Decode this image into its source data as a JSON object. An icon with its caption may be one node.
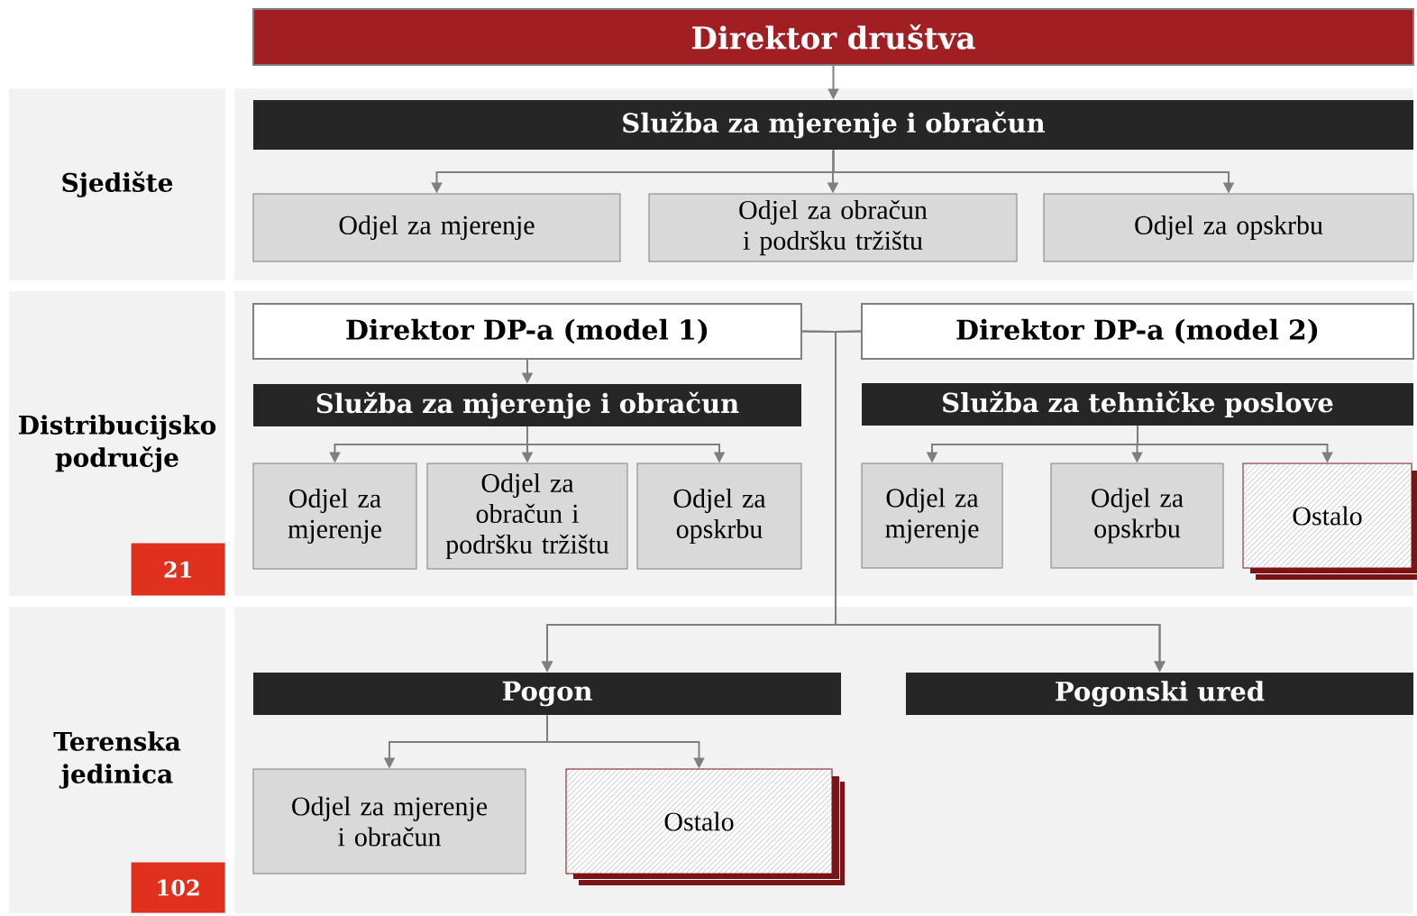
{
  "diagram": {
    "nodes": [
      {
        "text": [
          "Direktor društva"
        ]
      },
      {
        "text": [
          "Sjedište"
        ]
      },
      {
        "text": [
          "Služba za mjerenje i obračun"
        ]
      },
      {
        "text": [
          "Odjel za mjerenje"
        ]
      },
      {
        "text": [
          "Odjel za obračun i podršku tržištu"
        ]
      },
      {
        "text": [
          "Odjel za opskrbu"
        ]
      },
      {
        "text": [
          "Distribucijsko područje"
        ]
      },
      {
        "text": [
          "21"
        ],
        "in": 6
      },
      {
        "text": [
          "Direktor DP-a (model 1)"
        ]
      },
      {
        "text": [
          "Direktor DP-a (model 2)"
        ]
      },
      {
        "text": [
          "Služba za mjerenje i obračun"
        ]
      },
      {
        "text": [
          "Odjel za mjerenje"
        ]
      },
      {
        "text": [
          "Odjel za obračun i podršku tržištu"
        ]
      },
      {
        "text": [
          "Odjel za opskrbu"
        ]
      },
      {
        "text": [
          "Služba za tehničke poslove"
        ]
      },
      {
        "text": [
          "Odjel za mjerenje"
        ]
      },
      {
        "text": [
          "Odjel za opskrbu"
        ]
      },
      {
        "text": [
          "Ostalo"
        ]
      },
      {
        "text": [
          "Terenska jedinica"
        ]
      },
      {
        "text": [
          "102"
        ],
        "in": 18
      },
      {
        "text": [
          "Pogon"
        ]
      },
      {
        "text": [
          "Pogonski ured"
        ]
      },
      {
        "text": [
          "Odjel za mjerenje i obračun"
        ]
      },
      {
        "text": [
          "Ostalo"
        ]
      }
    ],
    "edges": [
      {
        "from": 0,
        "to": 2,
        "arrow": "to"
      },
      {
        "from": 2,
        "to": 3,
        "arrow": "to"
      },
      {
        "from": 2,
        "to": 4,
        "arrow": "to"
      },
      {
        "from": 2,
        "to": 5,
        "arrow": "to"
      },
      {
        "from": 8,
        "to": 10,
        "arrow": "to"
      },
      {
        "from": 10,
        "to": 11,
        "arrow": "to"
      },
      {
        "from": 10,
        "to": 12,
        "arrow": "to"
      },
      {
        "from": 10,
        "to": 13,
        "arrow": "to"
      },
      {
        "from": 14,
        "to": 15,
        "arrow": "to"
      },
      {
        "from": 14,
        "to": 16,
        "arrow": "to"
      },
      {
        "from": 14,
        "to": 17,
        "arrow": "to"
      },
      {
        "from": 8,
        "to": 20,
        "arrow": "to"
      },
      {
        "from": 9,
        "to": 20,
        "arrow": "to"
      },
      {
        "from": 8,
        "to": 21,
        "arrow": "to"
      },
      {
        "from": 9,
        "to": 21,
        "arrow": "to"
      },
      {
        "from": 20,
        "to": 22,
        "arrow": "to"
      },
      {
        "from": 20,
        "to": 23,
        "arrow": "to"
      }
    ]
  }
}
